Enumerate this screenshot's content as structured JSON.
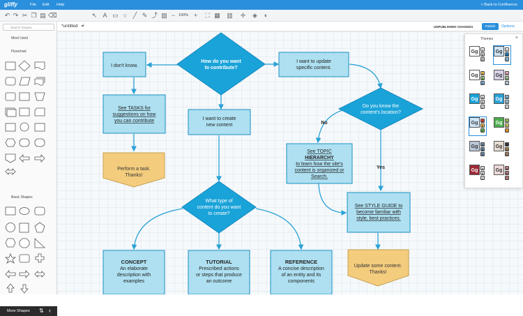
{
  "app": {
    "logo": "gliffy",
    "menu": [
      "File",
      "Edit",
      "Help"
    ],
    "back_link": "< Back to Confluence"
  },
  "toolbar": {
    "zoom": "100%"
  },
  "sidebar": {
    "search_placeholder": "Search Shapes",
    "sections": {
      "most_used": "Most Used",
      "flowchart": "Flowchart",
      "basic_shapes": "Basic Shapes"
    },
    "more_shapes": "More Shapes"
  },
  "document": {
    "title": "*untitled",
    "status": "UNPUBLISHED CHANGES",
    "publish_label": "Publish",
    "options_label": "Options"
  },
  "themes": {
    "title": "Themes",
    "close": "×",
    "swatch_label": "Gg",
    "dot_labels": [
      "A",
      "B",
      "C"
    ]
  },
  "flowchart": {
    "start": [
      "How do you want",
      "to contribute?"
    ],
    "dont_know": "I don't know.",
    "see_tasks": [
      "See TASKS for",
      "suggestions on how",
      "you can contribute"
    ],
    "perform_task": [
      "Perform a task.",
      "Thanks!"
    ],
    "create_new": [
      "I want to create",
      "new content"
    ],
    "update": [
      "I want to update",
      "specific content."
    ],
    "know_location": [
      "Do you know the",
      "content's location?"
    ],
    "no": "No",
    "yes": "Yes",
    "see_hierarchy": [
      "See TOPIC",
      "HIERARCHY",
      "to learn how the site's",
      "content is organized or",
      "Search."
    ],
    "see_style": [
      "See STYLE GUIDE to",
      "become familiar with",
      "style, best practices."
    ],
    "update_some": [
      "Update some content.",
      "Thanks!"
    ],
    "type_content": [
      "What type of",
      "content do you want",
      "to create?"
    ],
    "concept": [
      "CONCEPT",
      "An elaborate",
      "description with",
      "examples"
    ],
    "tutorial": [
      "TUTORIAL",
      "Prescribed actions",
      "or steps that produce",
      "an outcome"
    ],
    "reference": [
      "REFERENCE",
      "A concise description",
      "of an entity and its",
      "components"
    ]
  },
  "colors": {
    "brand_blue": "#2a8fdc",
    "diamond": "#1aa3d9",
    "box_fill": "#aee0f1",
    "box_stroke": "#1c8fc4",
    "tan": "#f3cc7e",
    "connector": "#2aa2d6"
  }
}
